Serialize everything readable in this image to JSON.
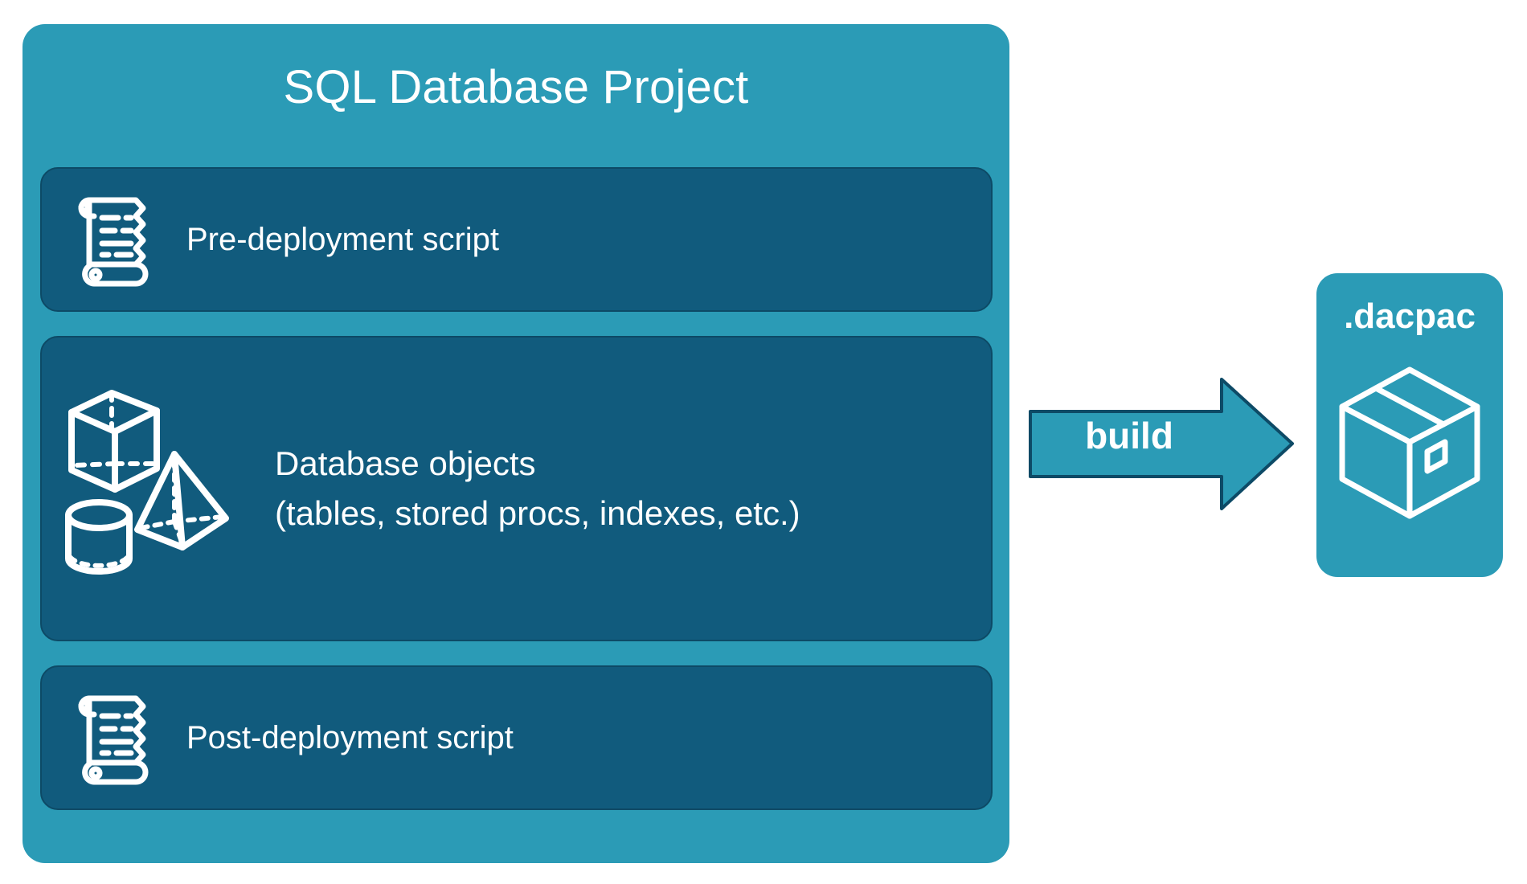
{
  "diagram": {
    "type": "process-flow",
    "background_color": "#ffffff",
    "accent_color": "#2b9bb6",
    "panel_color": "#115b7d",
    "text_color": "#ffffff"
  },
  "project": {
    "title": "SQL Database Project",
    "rows": [
      {
        "id": "pre-deployment",
        "label": "Pre-deployment script",
        "icon": "scroll-icon"
      },
      {
        "id": "database-objects",
        "label_line1": "Database objects",
        "label_line2": "(tables, stored procs, indexes, etc.)",
        "icons": [
          "cube-icon",
          "pyramid-icon",
          "cylinder-icon"
        ]
      },
      {
        "id": "post-deployment",
        "label": "Post-deployment script",
        "icon": "scroll-icon"
      }
    ]
  },
  "flow": {
    "arrow_label": "build",
    "arrow_direction": "right",
    "arrow_fill": "#2b9bb6",
    "arrow_stroke": "#0d4a66"
  },
  "output": {
    "title": ".dacpac",
    "icon": "package-box-icon",
    "card_color": "#2b9bb6"
  }
}
